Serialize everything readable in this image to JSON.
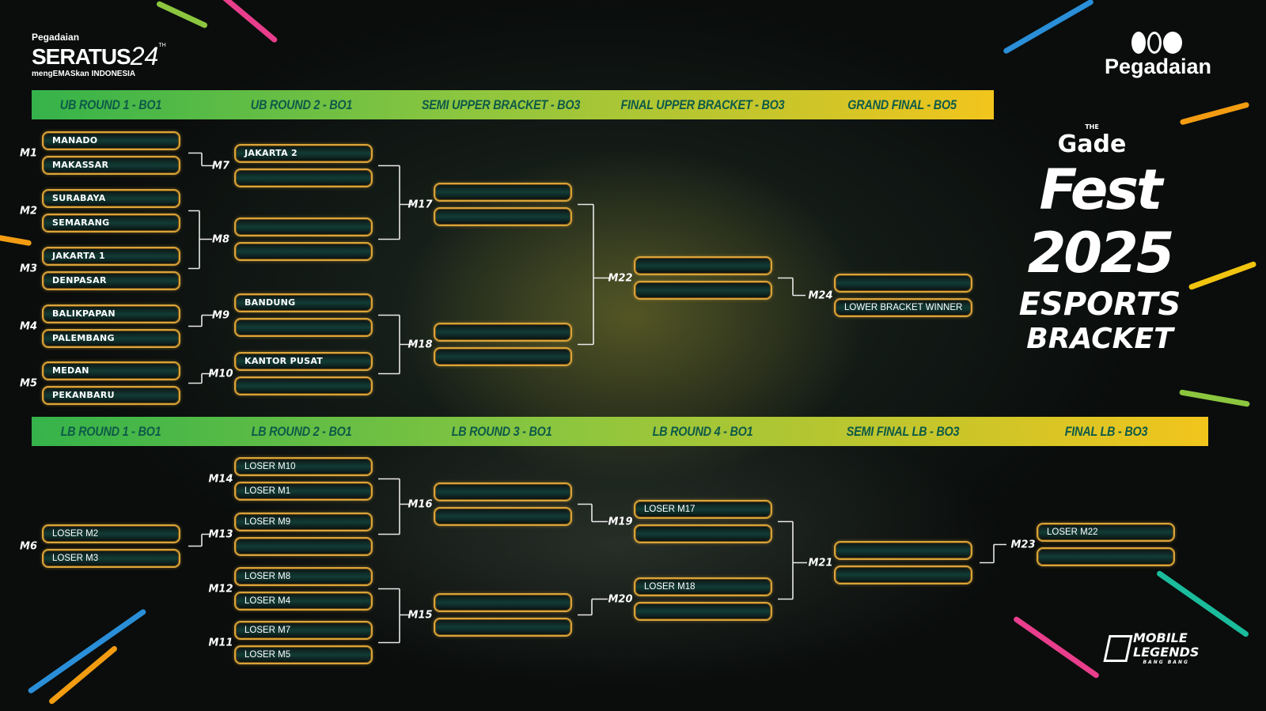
{
  "branding": {
    "left_logo": {
      "brand": "Pegadaian",
      "name": "SERATUS",
      "number": "24",
      "sup": "TH",
      "tagline": "mengEMASkan INDONESIA"
    },
    "right_logo": "Pegadaian",
    "event": {
      "the": "THE",
      "gade": "Gade",
      "fest": "Fest",
      "year": "2025",
      "line1": "ESPORTS",
      "line2": "BRACKET"
    },
    "game_logo": {
      "line1": "MOBILE",
      "line2": "LEGENDS",
      "line3": "BANG BANG"
    }
  },
  "upper_headers": [
    "UB ROUND 1 - BO1",
    "UB ROUND 2 - BO1",
    "SEMI UPPER BRACKET - BO3",
    "FINAL UPPER BRACKET - BO3",
    "GRAND FINAL - BO5"
  ],
  "lower_headers": [
    "LB ROUND 1 - BO1",
    "LB ROUND 2 - BO1",
    "LB ROUND 3 - BO1",
    "LB ROUND 4 - BO1",
    "SEMI FINAL LB - BO3",
    "FINAL LB - BO3"
  ],
  "matches": {
    "M1": [
      "MANADO",
      "MAKASSAR"
    ],
    "M2": [
      "SURABAYA",
      "SEMARANG"
    ],
    "M3": [
      "JAKARTA 1",
      "DENPASAR"
    ],
    "M4": [
      "BALIKPAPAN",
      "PALEMBANG"
    ],
    "M5": [
      "MEDAN",
      "PEKANBARU"
    ],
    "M7": [
      "JAKARTA 2",
      ""
    ],
    "M8": [
      "",
      ""
    ],
    "M9": [
      "BANDUNG",
      ""
    ],
    "M10": [
      "KANTOR PUSAT",
      ""
    ],
    "M17": [
      "",
      ""
    ],
    "M18": [
      "",
      ""
    ],
    "M22": [
      "",
      ""
    ],
    "M24": [
      "",
      "LOWER BRACKET WINNER"
    ],
    "M6": [
      "LOSER M2",
      "LOSER M3"
    ],
    "M14": [
      "LOSER M10",
      "LOSER M1"
    ],
    "M13": [
      "LOSER M9",
      ""
    ],
    "M12": [
      "LOSER M8",
      "LOSER M4"
    ],
    "M11": [
      "LOSER M7",
      "LOSER M5"
    ],
    "M16": [
      "",
      ""
    ],
    "M15": [
      "",
      ""
    ],
    "M19": [
      "LOSER M17",
      ""
    ],
    "M20": [
      "LOSER M18",
      ""
    ],
    "M21": [
      "",
      ""
    ],
    "M23": [
      "LOSER M22",
      ""
    ]
  },
  "colors": {
    "slot_border": "#d9a43a",
    "header_start": "#35b34a",
    "header_end": "#f2c51c",
    "header_text": "#0e5a48"
  }
}
